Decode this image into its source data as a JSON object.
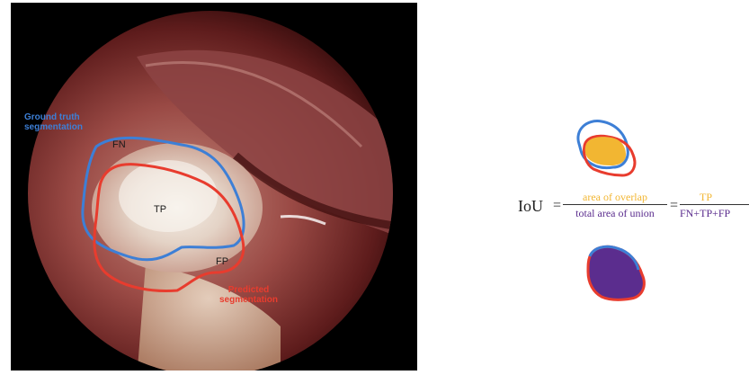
{
  "colors": {
    "ground_truth": "#3d7fd6",
    "predicted": "#e83c2e",
    "overlap": "#f2b632",
    "union": "#5b2d8e"
  },
  "endoscopy": {
    "ground_truth_label": "Ground truth\nsegmentation",
    "predicted_label": "Predicted\nsegmentation",
    "region_fn": "FN",
    "region_tp": "TP",
    "region_fp": "FP"
  },
  "formula": {
    "lhs": "IoU",
    "equals": "=",
    "numerator": "area of overlap",
    "denominator": "total area of union",
    "numerator2": "TP",
    "denominator2": "FN+TP+FP"
  }
}
